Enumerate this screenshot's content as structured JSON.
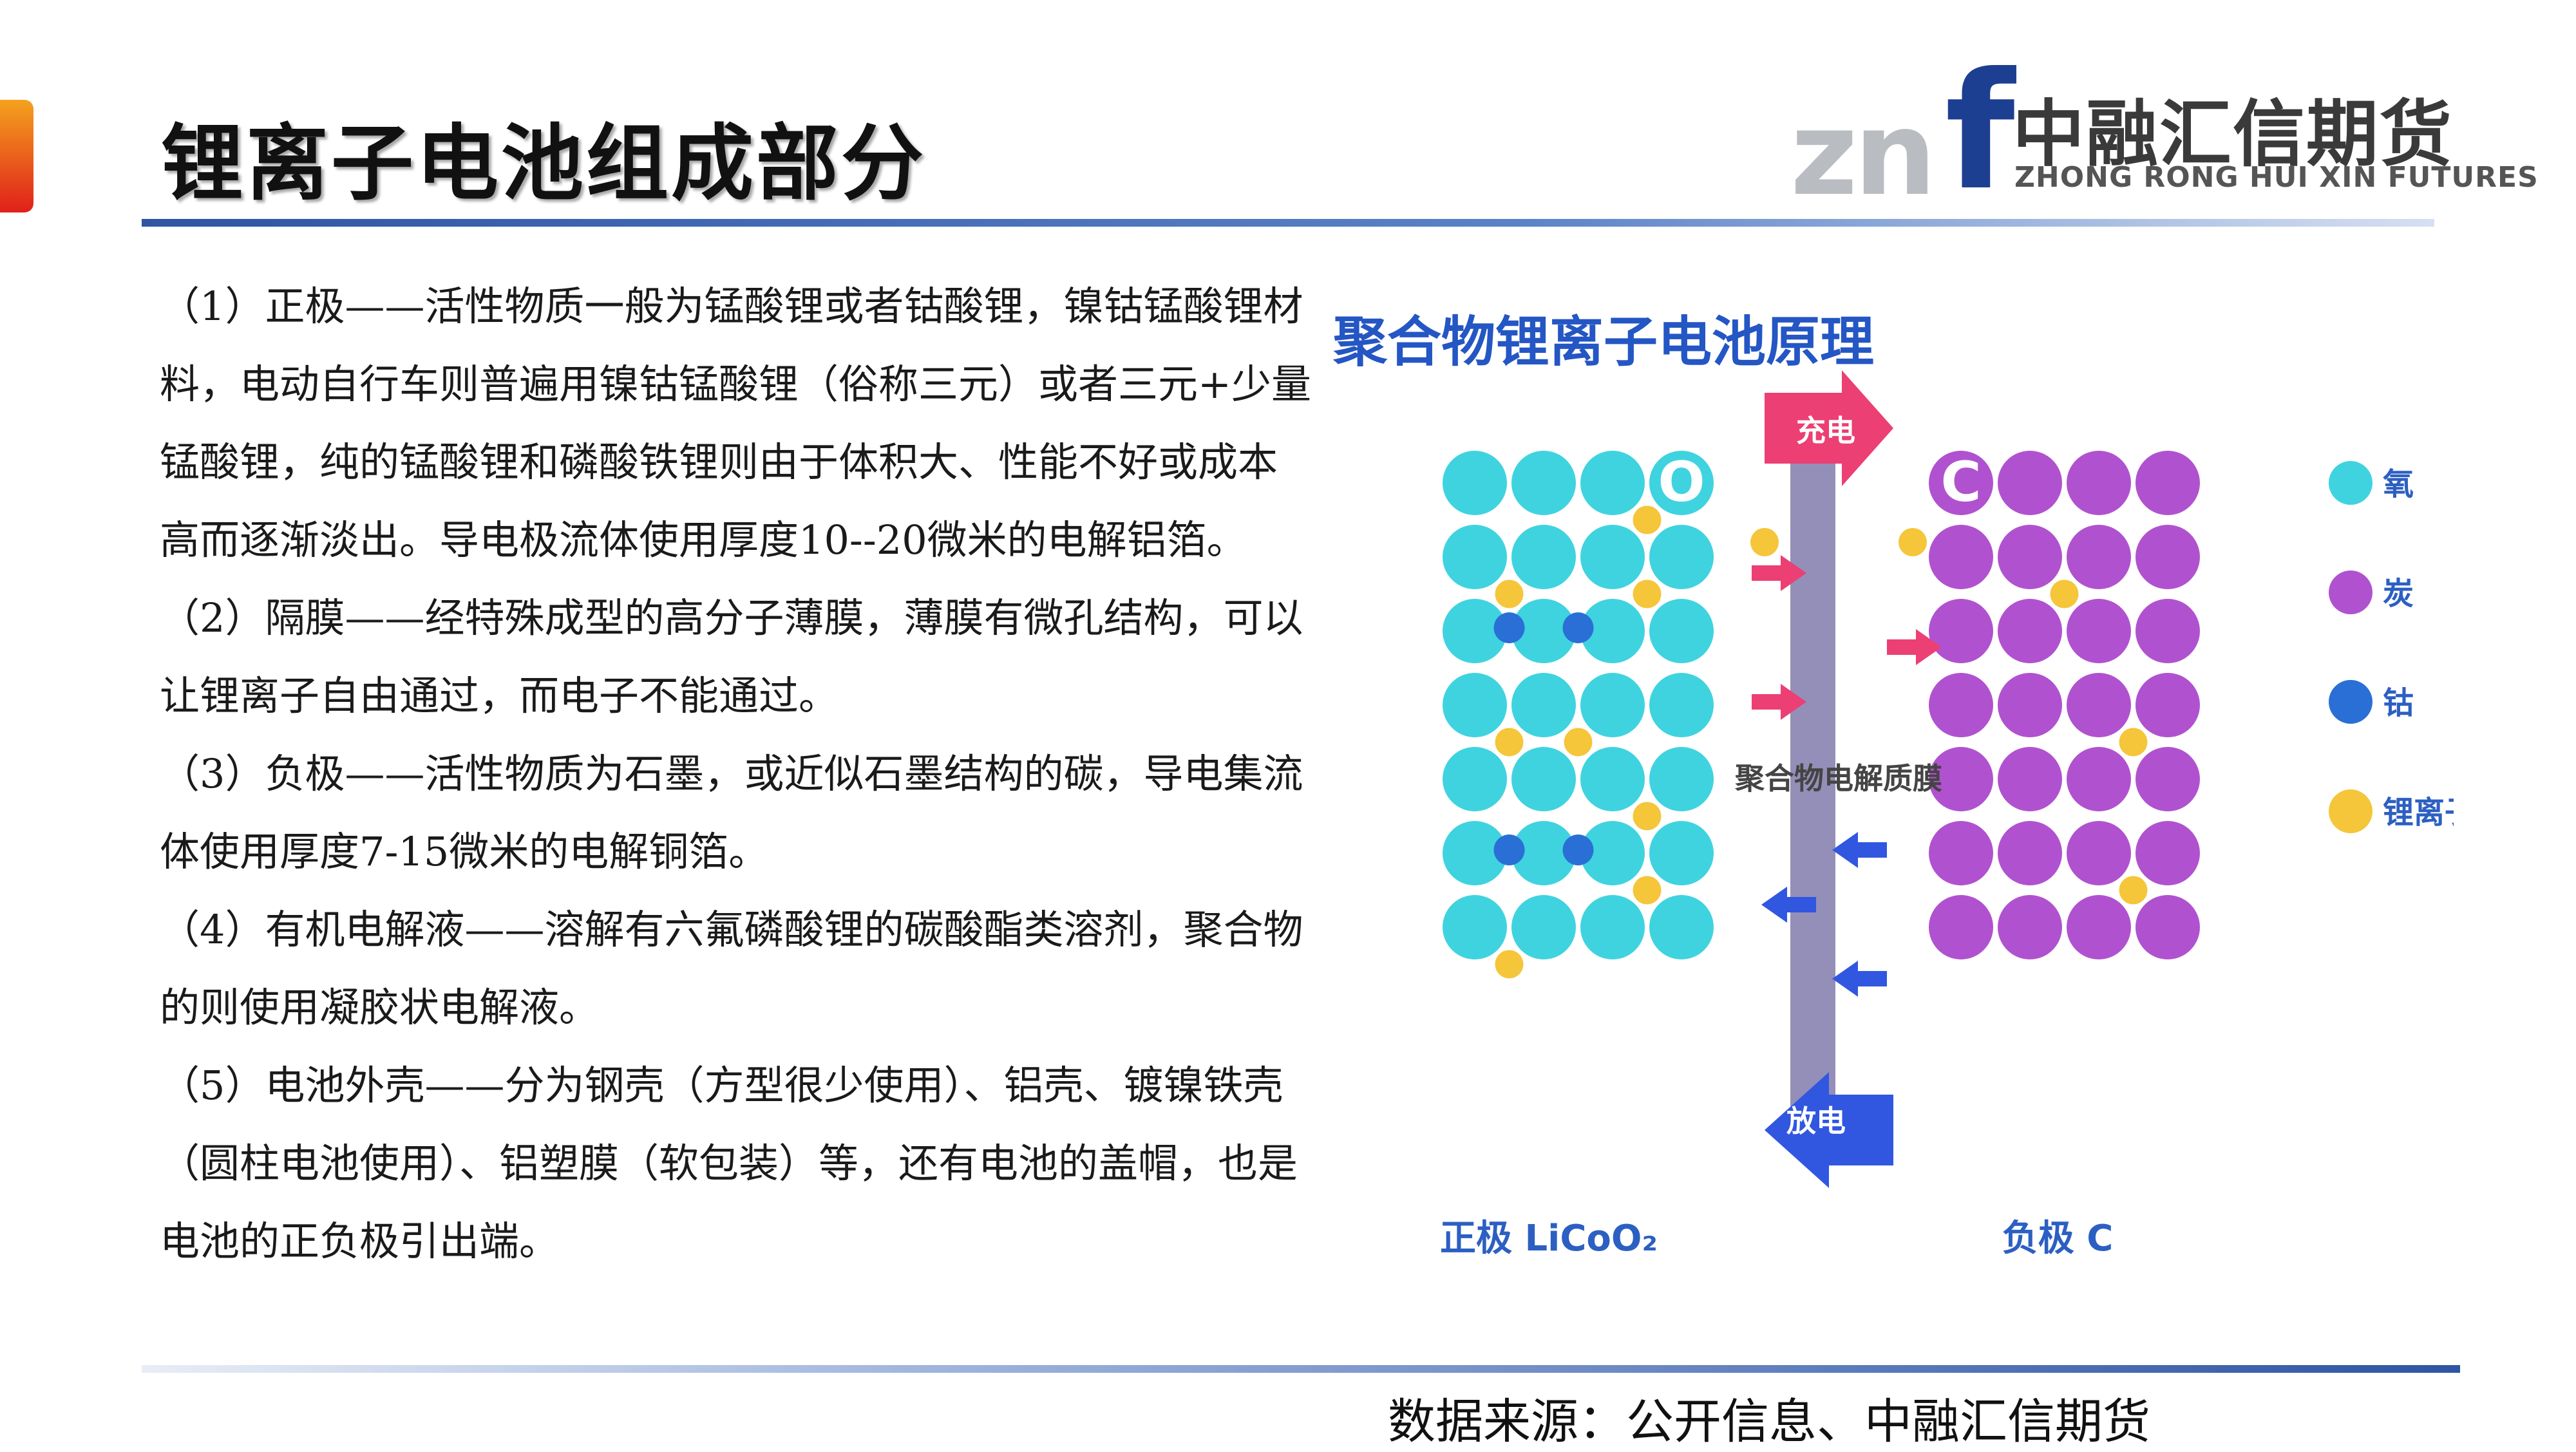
{
  "title": "锂离子电池组成部分",
  "logo": {
    "mark_left": "zn",
    "mark_right": "f",
    "cn": "中融汇信期货",
    "en": "ZHONG RONG HUI XIN FUTURES"
  },
  "paragraphs": [
    "（1）正极——活性物质一般为锰酸锂或者钴酸锂，镍钴锰酸锂材料，电动自行车则普遍用镍钴锰酸锂（俗称三元）或者三元+少量锰酸锂，纯的锰酸锂和磷酸铁锂则由于体积大、性能不好或成本高而逐渐淡出。导电极流体使用厚度10--20微米的电解铝箔。",
    "（2）隔膜——经特殊成型的高分子薄膜，薄膜有微孔结构，可以让锂离子自由通过，而电子不能通过。",
    "（3）负极——活性物质为石墨，或近似石墨结构的碳，导电集流体使用厚度7-15微米的电解铜箔。",
    "（4）有机电解液——溶解有六氟磷酸锂的碳酸酯类溶剂，聚合物的则使用凝胶状电解液。",
    "（5）电池外壳——分为钢壳（方型很少使用）、铝壳、镀镍铁壳（圆柱电池使用）、铝塑膜（软包装）等，还有电池的盖帽，也是电池的正负极引出端。"
  ],
  "figure": {
    "title": "聚合物锂离子电池原理",
    "charge_label": "充电",
    "discharge_label": "放电",
    "membrane_label": "聚合物电解质膜",
    "cathode_symbol": "O",
    "anode_symbol": "C",
    "cathode_label": "正极 LiCoO₂",
    "anode_label": "负极 C",
    "legend": [
      {
        "label": "氧",
        "color": "#3fd3e0"
      },
      {
        "label": "炭",
        "color": "#b052cf"
      },
      {
        "label": "钴",
        "color": "#2a6fd6"
      },
      {
        "label": "锂离子",
        "color": "#f5c53a"
      }
    ],
    "colors": {
      "oxygen": "#3fd3e0",
      "carbon": "#b052cf",
      "cobalt": "#2a6fd6",
      "lithium": "#f5c53a",
      "charge_arrow": "#ec3f74",
      "discharge_arrow": "#3157e0",
      "membrane": "#948fb8"
    }
  },
  "source": "数据来源：公开信息、中融汇信期货"
}
